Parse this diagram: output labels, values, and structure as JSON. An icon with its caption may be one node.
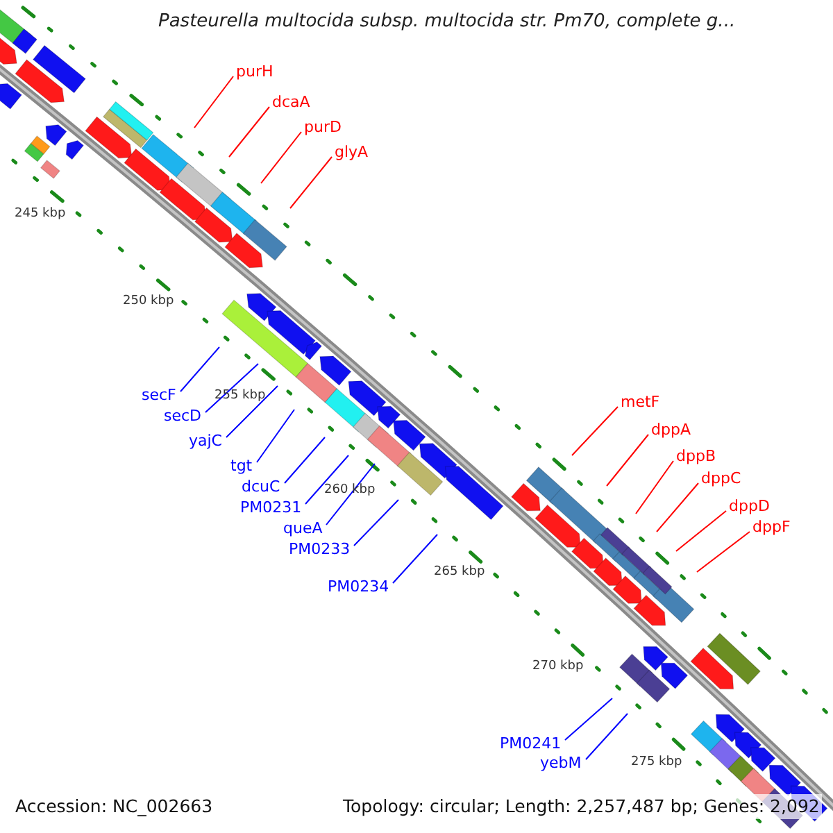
{
  "diagram": {
    "title": "Pasteurella multocida subsp. multocida str. Pm70, complete g...",
    "nodes": [
      {
        "text": [
          "purH"
        ]
      },
      {
        "text": [
          "dcaA"
        ]
      },
      {
        "text": [
          "purD"
        ]
      },
      {
        "text": [
          "glyA"
        ]
      },
      {
        "text": [
          "secF"
        ]
      },
      {
        "text": [
          "secD"
        ]
      },
      {
        "text": [
          "yajC"
        ]
      },
      {
        "text": [
          "tgt"
        ]
      },
      {
        "text": [
          "dcuC"
        ]
      },
      {
        "text": [
          "PM0231"
        ]
      },
      {
        "text": [
          "queA"
        ]
      },
      {
        "text": [
          "PM0233"
        ]
      },
      {
        "text": [
          "PM0234"
        ]
      },
      {
        "text": [
          "metF"
        ]
      },
      {
        "text": [
          "dppA"
        ]
      },
      {
        "text": [
          "dppB"
        ]
      },
      {
        "text": [
          "dppC"
        ]
      },
      {
        "text": [
          "dppD"
        ]
      },
      {
        "text": [
          "dppF"
        ]
      },
      {
        "text": [
          "PM0241"
        ]
      },
      {
        "text": [
          "yebM"
        ]
      }
    ],
    "edges": [
      {
        "from": 0,
        "to": null,
        "arrow": "none",
        "color": "#ff0000"
      },
      {
        "from": 1,
        "to": null,
        "arrow": "none",
        "color": "#ff0000"
      },
      {
        "from": 2,
        "to": null,
        "arrow": "none",
        "color": "#ff0000"
      },
      {
        "from": 3,
        "to": null,
        "arrow": "none",
        "color": "#ff0000"
      },
      {
        "from": 4,
        "to": null,
        "arrow": "none"
      },
      {
        "from": 5,
        "to": null,
        "arrow": "none"
      },
      {
        "from": 6,
        "to": null,
        "arrow": "none"
      },
      {
        "from": 7,
        "to": null,
        "arrow": "none"
      },
      {
        "from": 8,
        "to": null,
        "arrow": "none"
      },
      {
        "from": 9,
        "to": null,
        "arrow": "none"
      },
      {
        "from": 10,
        "to": null,
        "arrow": "none"
      },
      {
        "from": 11,
        "to": null,
        "arrow": "none"
      },
      {
        "from": 12,
        "to": null,
        "arrow": "none"
      },
      {
        "from": 13,
        "to": null,
        "arrow": "none",
        "color": "#ff0000"
      },
      {
        "from": 14,
        "to": null,
        "arrow": "none",
        "color": "#ff0000"
      },
      {
        "from": 15,
        "to": null,
        "arrow": "none",
        "color": "#ff0000"
      },
      {
        "from": 16,
        "to": null,
        "arrow": "none",
        "color": "#ff0000"
      },
      {
        "from": 17,
        "to": null,
        "arrow": "none",
        "color": "#ff0000"
      },
      {
        "from": 18,
        "to": null,
        "arrow": "none",
        "color": "#ff0000"
      },
      {
        "from": 19,
        "to": null,
        "arrow": "none"
      },
      {
        "from": 20,
        "to": null,
        "arrow": "none"
      }
    ],
    "labels": [
      "245 kbp",
      "250 kbp",
      "255 kbp",
      "260 kbp",
      "265 kbp",
      "270 kbp",
      "275 kbp",
      "Accession: NC_002663",
      "Topology: circular; Length: 2,257,487 bp; Genes: 2,092"
    ]
  }
}
